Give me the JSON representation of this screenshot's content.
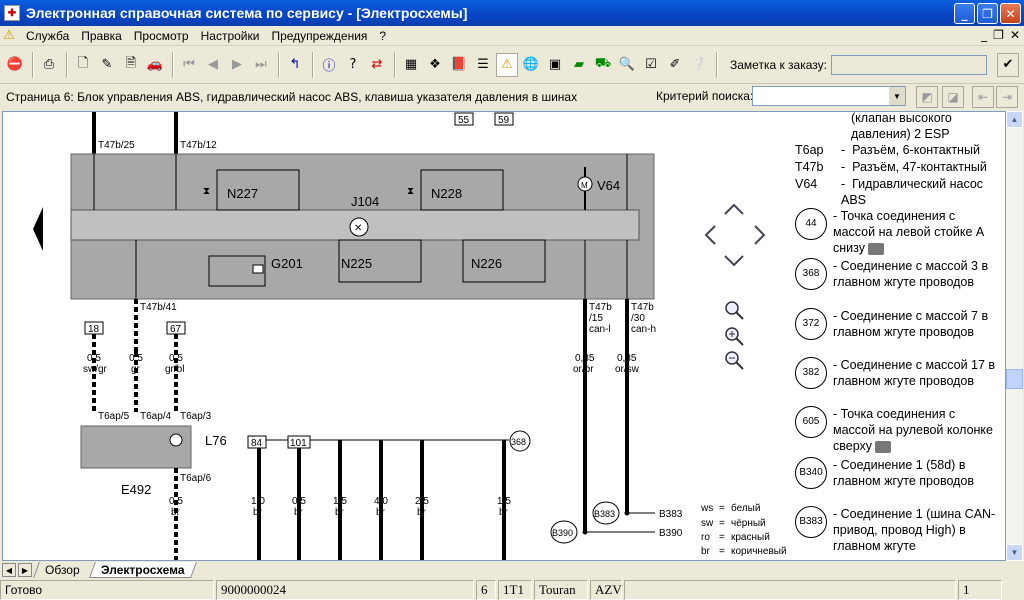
{
  "window": {
    "title": "Электронная справочная система по сервису - [Электросхемы]",
    "icon": "app-icon"
  },
  "menu": {
    "items": [
      "Служба",
      "Правка",
      "Просмотр",
      "Настройки",
      "Предупреждения",
      "?"
    ]
  },
  "toolbar": {
    "note_label": "Заметка к заказу:",
    "note_value": ""
  },
  "info": {
    "page_text": "Страница 6: Блок управления ABS, гидравлический насос ABS, клавиша указателя давления в шинах",
    "search_label": "Критерий поиска:",
    "search_value": ""
  },
  "diagram": {
    "top_wires": [
      "T47b/25",
      "T47b/12"
    ],
    "top_refs": [
      "55",
      "59"
    ],
    "components": [
      "N227",
      "N228",
      "V64",
      "J104",
      "G201",
      "N225",
      "N226"
    ],
    "pins": [
      "T47b/41",
      "T47b\n/15\ncan-l",
      "T47b\n/30\ncan-h"
    ],
    "refs": [
      "18",
      "67",
      "84",
      "101",
      "368"
    ],
    "wires": [
      {
        "size": "0,5",
        "color": "sw/gr"
      },
      {
        "size": "0,5",
        "color": "gr"
      },
      {
        "size": "0,5",
        "color": "gr/bl"
      },
      {
        "size": "0,35",
        "color": "or/br"
      },
      {
        "size": "0,35",
        "color": "or/sw"
      }
    ],
    "e492_pins": [
      "T6ap/5",
      "T6ap/4",
      "T6ap/3",
      "T6ap/6"
    ],
    "e492": "E492",
    "l76": "L76",
    "lower_wires": [
      {
        "size": "1,0",
        "color": "br"
      },
      {
        "size": "0,5",
        "color": "br"
      },
      {
        "size": "1,5",
        "color": "br"
      },
      {
        "size": "4,0",
        "color": "br"
      },
      {
        "size": "2,5",
        "color": "br"
      },
      {
        "size": "1,5",
        "color": "br"
      },
      {
        "size": "0,5",
        "color": "br"
      }
    ],
    "b_points": [
      "B383",
      "B390"
    ],
    "colors_legend": [
      {
        "code": "ws",
        "name": "белый"
      },
      {
        "code": "sw",
        "name": "чёрный"
      },
      {
        "code": "ro",
        "name": "красный"
      },
      {
        "code": "br",
        "name": "коричневый"
      }
    ]
  },
  "legend": {
    "top_text": "(клапан высокого давления) 2 ESP",
    "codes": [
      {
        "code": "T6ap",
        "desc": "Разъём, 6-контактный"
      },
      {
        "code": "T47b",
        "desc": "Разъём, 47-контактный"
      },
      {
        "code": "V64",
        "desc": "Гидравлический насос ABS"
      }
    ],
    "points": [
      {
        "num": "44",
        "desc": "Точка соединения с массой на левой стойке А снизу"
      },
      {
        "num": "368",
        "desc": "Соединение с массой 3 в главном жгуте проводов"
      },
      {
        "num": "372",
        "desc": "Соединение с массой 7 в главном жгуте проводов"
      },
      {
        "num": "382",
        "desc": "Соединение с массой 17 в главном жгуте проводов"
      },
      {
        "num": "605",
        "desc": "Точка соединения с массой на рулевой колонке сверху"
      },
      {
        "num": "B340",
        "desc": "Соединение 1 (58d) в главном жгуте проводов"
      },
      {
        "num": "B383",
        "desc": "Соединение 1 (шина CAN-привод, провод High) в главном жгуте"
      }
    ]
  },
  "tabs": [
    "Обзор",
    "Электросхема"
  ],
  "status": {
    "ready": "Готово",
    "number": "9000000024",
    "s1": "6",
    "s2": "1T1",
    "model": "Touran",
    "code": "AZV",
    "page": "1"
  }
}
